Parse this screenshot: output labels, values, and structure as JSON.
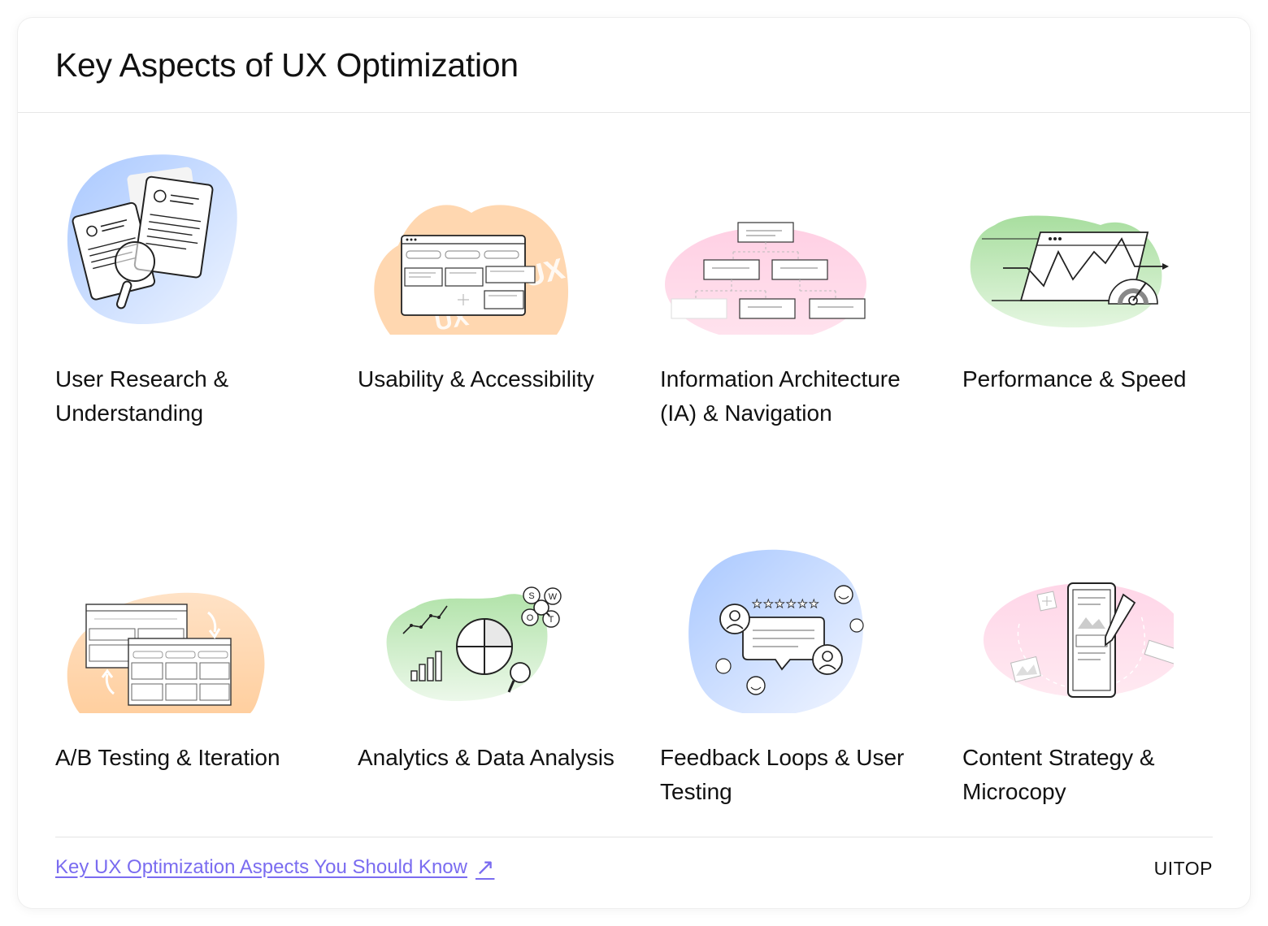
{
  "page": {
    "title": "Key Aspects of UX Optimization"
  },
  "items": [
    {
      "label": "User Research & Understanding",
      "icon": "user-research-illustration",
      "blob": "#cfe0ff"
    },
    {
      "label": "Usability & Accessibility",
      "icon": "usability-illustration",
      "blob": "#ffd7b0"
    },
    {
      "label": "Information Architecture (IA) & Navigation",
      "icon": "information-architecture-illustration",
      "blob": "#ffd6e6"
    },
    {
      "label": "Performance & Speed",
      "icon": "performance-illustration",
      "blob": "#c6ebc2"
    },
    {
      "label": "A/B Testing & Iteration",
      "icon": "ab-testing-illustration",
      "blob": "#ffd7b0"
    },
    {
      "label": "Analytics & Data Analysis",
      "icon": "analytics-illustration",
      "blob": "#c6ebc2"
    },
    {
      "label": "Feedback Loops & User Testing",
      "icon": "feedback-illustration",
      "blob": "#cfe0ff"
    },
    {
      "label": "Content Strategy & Microcopy",
      "icon": "content-strategy-illustration",
      "blob": "#ffd6e6"
    }
  ],
  "footer": {
    "link_text": "Key UX Optimization Aspects You Should Know",
    "link_icon": "external-arrow-icon",
    "brand": "UITOP"
  },
  "colors": {
    "link": "#7a6cf0",
    "blue": "#cfe0ff",
    "orange": "#ffd7b0",
    "pink": "#ffd6e6",
    "green": "#c6ebc2"
  }
}
